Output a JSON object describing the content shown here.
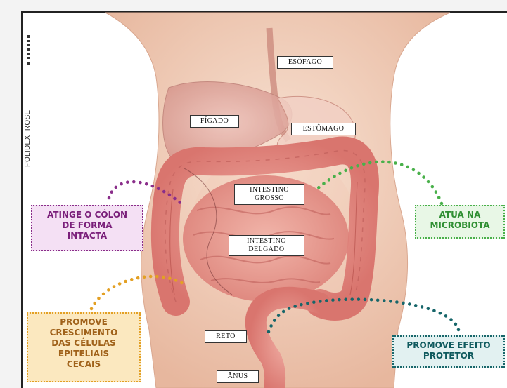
{
  "side_label": "POLIDEXTROSE",
  "organ_labels": {
    "esofago": "ESÔFAGO",
    "figado": "FÍGADO",
    "estomago": "ESTÔMAGO",
    "intestino_grosso": "INTESTINO\nGROSSO",
    "intestino_delgado": "INTESTINO\nDELGADO",
    "reto": "RETO",
    "anus": "ÂNUS"
  },
  "callouts": {
    "colon": "ATINGE O CÓLON\nDE FORMA\nINTACTA",
    "microbiota": "ATUA NA\nMICROBIOTA",
    "celulas": "PROMOVE\nCRESCIMENTO\nDAS CÉLULAS\nEPITELIAIS\nCECAIS",
    "protetor": "PROMOVE EFEITO\nPROTETOR"
  },
  "colors": {
    "purple": "#8a2e8a",
    "green": "#49b04a",
    "orange": "#e3a024",
    "teal": "#17666a",
    "skin": "#f4d7c6",
    "intestine": "#e98c88"
  }
}
